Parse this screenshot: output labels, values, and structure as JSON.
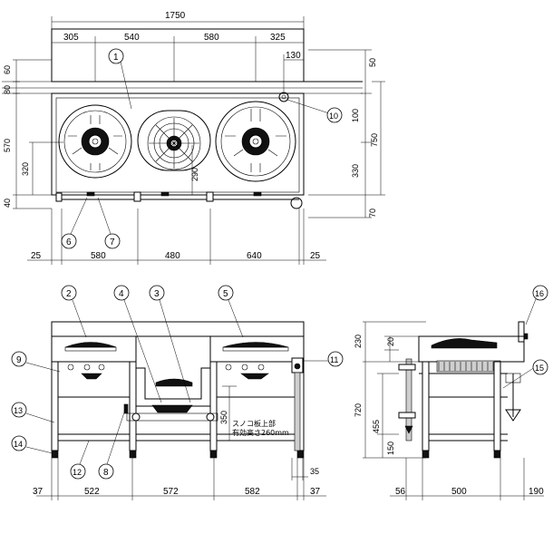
{
  "dimensions": {
    "top_view": {
      "overall_width": "1750",
      "segment_305": "305",
      "segment_540": "540",
      "segment_580": "580",
      "segment_325": "325",
      "offset_130": "130",
      "left_60": "60",
      "left_80": "80",
      "left_570": "570",
      "left_320": "320",
      "left_40": "40",
      "right_50": "50",
      "right_100": "100",
      "right_750": "750",
      "right_330": "330",
      "right_70": "70",
      "burner_gap_290": "290",
      "bottom_25_left": "25",
      "bottom_580": "580",
      "bottom_480": "480",
      "bottom_640": "640",
      "bottom_25_right": "25"
    },
    "front_view": {
      "bottom_37_left": "37",
      "bottom_522": "522",
      "bottom_572": "572",
      "bottom_582": "582",
      "bottom_37_right": "37",
      "right_350": "350",
      "right_35": "35"
    },
    "side_view": {
      "left_230": "230",
      "left_20": "20",
      "left_720": "720",
      "left_455": "455",
      "left_150": "150",
      "bottom_56": "56",
      "bottom_500": "500",
      "bottom_190": "190"
    }
  },
  "balloons": [
    "1",
    "2",
    "3",
    "4",
    "5",
    "6",
    "7",
    "8",
    "9",
    "10",
    "11",
    "12",
    "13",
    "14",
    "15",
    "16"
  ],
  "notes": {
    "grate_height_line1": "スノコ板上部",
    "grate_height_line2": "有効高さ260mm"
  }
}
